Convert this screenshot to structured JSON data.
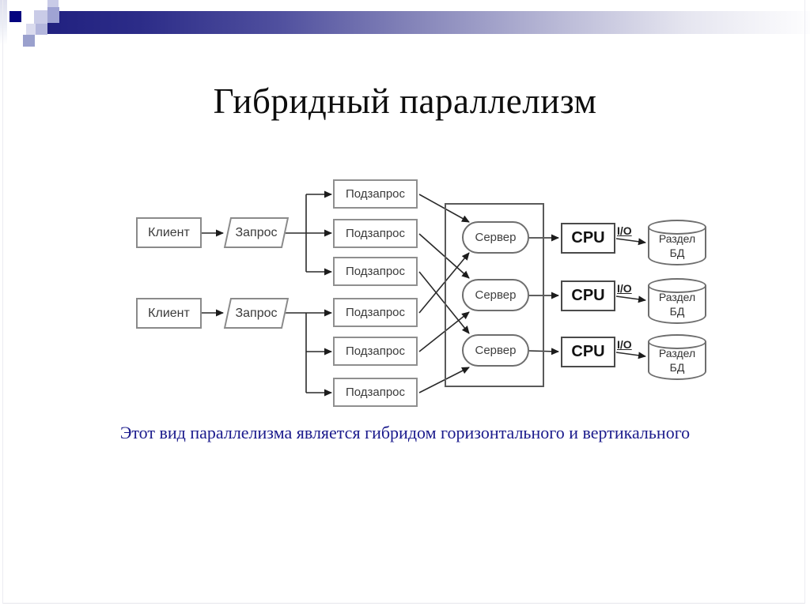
{
  "slide": {
    "title": "Гибридный параллелизм",
    "caption": "Этот вид параллелизма является гибридом горизонтального и вертикального"
  },
  "diagram": {
    "clients": [
      "Клиент",
      "Клиент"
    ],
    "queries": [
      "Запрос",
      "Запрос"
    ],
    "subqueries": [
      "Подзапрос",
      "Подзапрос",
      "Подзапрос",
      "Подзапрос",
      "Подзапрос",
      "Подзапрос"
    ],
    "servers": [
      "Сервер",
      "Сервер",
      "Сервер"
    ],
    "cpus": [
      "CPU",
      "CPU",
      "CPU"
    ],
    "io": [
      "I/O",
      "I/O",
      "I/O"
    ],
    "disks": [
      {
        "line1": "Раздел",
        "line2": "БД"
      },
      {
        "line1": "Раздел",
        "line2": "БД"
      },
      {
        "line1": "Раздел",
        "line2": "БД"
      }
    ]
  },
  "colors": {
    "header_bar_navy": "#212180",
    "deco_dark_square": "#04047f",
    "caption_text": "#1a1a8c",
    "diagram_line": "#2a2a2a",
    "box_border_gray": "#8a8a8a"
  }
}
